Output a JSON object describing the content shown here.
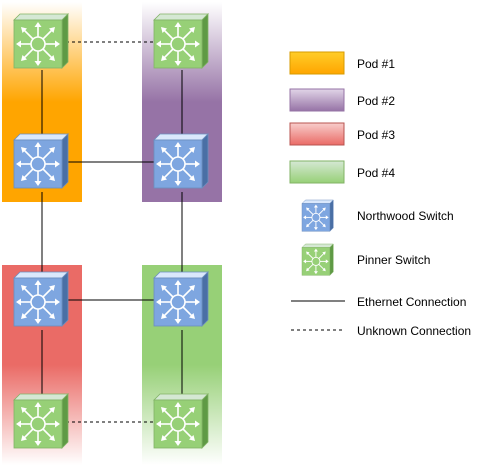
{
  "colors": {
    "pod1": "#ffa500",
    "pod2": "#9673a6",
    "pod3": "#ea6b66",
    "pod4": "#97d077",
    "northwood_face": "#7ea6e0",
    "pinner_face": "#97d077",
    "line": "#000000"
  },
  "legend": {
    "pod1": "Pod #1",
    "pod2": "Pod #2",
    "pod3": "Pod #3",
    "pod4": "Pod #4",
    "northwood": "Northwood Switch",
    "pinner": "Pinner Switch",
    "ethernet": "Ethernet Connection",
    "unknown": "Unknown Connection"
  },
  "diagram": {
    "pods": [
      {
        "id": "pod1",
        "legend_key": "pod1"
      },
      {
        "id": "pod2",
        "legend_key": "pod2"
      },
      {
        "id": "pod3",
        "legend_key": "pod3"
      },
      {
        "id": "pod4",
        "legend_key": "pod4"
      }
    ],
    "switches": [
      {
        "id": "pod1-pinner",
        "type": "pinner",
        "pod": "pod1"
      },
      {
        "id": "pod1-northwood",
        "type": "northwood",
        "pod": "pod1"
      },
      {
        "id": "pod2-pinner",
        "type": "pinner",
        "pod": "pod2"
      },
      {
        "id": "pod2-northwood",
        "type": "northwood",
        "pod": "pod2"
      },
      {
        "id": "pod3-northwood",
        "type": "northwood",
        "pod": "pod3"
      },
      {
        "id": "pod3-pinner",
        "type": "pinner",
        "pod": "pod3"
      },
      {
        "id": "pod4-northwood",
        "type": "northwood",
        "pod": "pod4"
      },
      {
        "id": "pod4-pinner",
        "type": "pinner",
        "pod": "pod4"
      }
    ],
    "connections": [
      {
        "from": "pod1-pinner",
        "to": "pod2-pinner",
        "kind": "unknown"
      },
      {
        "from": "pod1-pinner",
        "to": "pod1-northwood",
        "kind": "ethernet"
      },
      {
        "from": "pod2-pinner",
        "to": "pod2-northwood",
        "kind": "ethernet"
      },
      {
        "from": "pod1-northwood",
        "to": "pod2-northwood",
        "kind": "ethernet"
      },
      {
        "from": "pod1-northwood",
        "to": "pod3-northwood",
        "kind": "ethernet"
      },
      {
        "from": "pod2-northwood",
        "to": "pod4-northwood",
        "kind": "ethernet"
      },
      {
        "from": "pod3-northwood",
        "to": "pod4-northwood",
        "kind": "ethernet"
      },
      {
        "from": "pod3-northwood",
        "to": "pod3-pinner",
        "kind": "ethernet"
      },
      {
        "from": "pod4-northwood",
        "to": "pod4-pinner",
        "kind": "ethernet"
      },
      {
        "from": "pod3-pinner",
        "to": "pod4-pinner",
        "kind": "unknown"
      }
    ]
  }
}
